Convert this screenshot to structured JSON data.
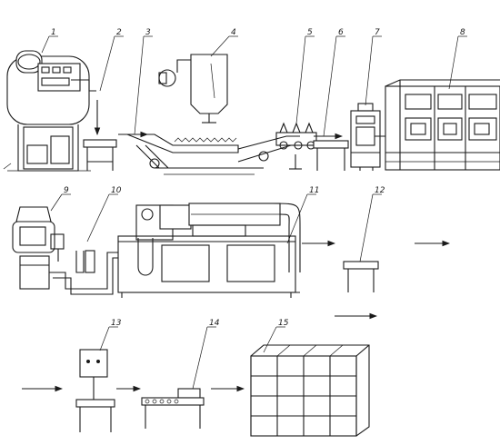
{
  "labels": [
    "1",
    "2",
    "3",
    "4",
    "5",
    "6",
    "7",
    "8",
    "9",
    "10",
    "11",
    "12",
    "13",
    "14",
    "15"
  ],
  "colors": {
    "line": "#1a1a1a",
    "background": "#ffffff"
  }
}
